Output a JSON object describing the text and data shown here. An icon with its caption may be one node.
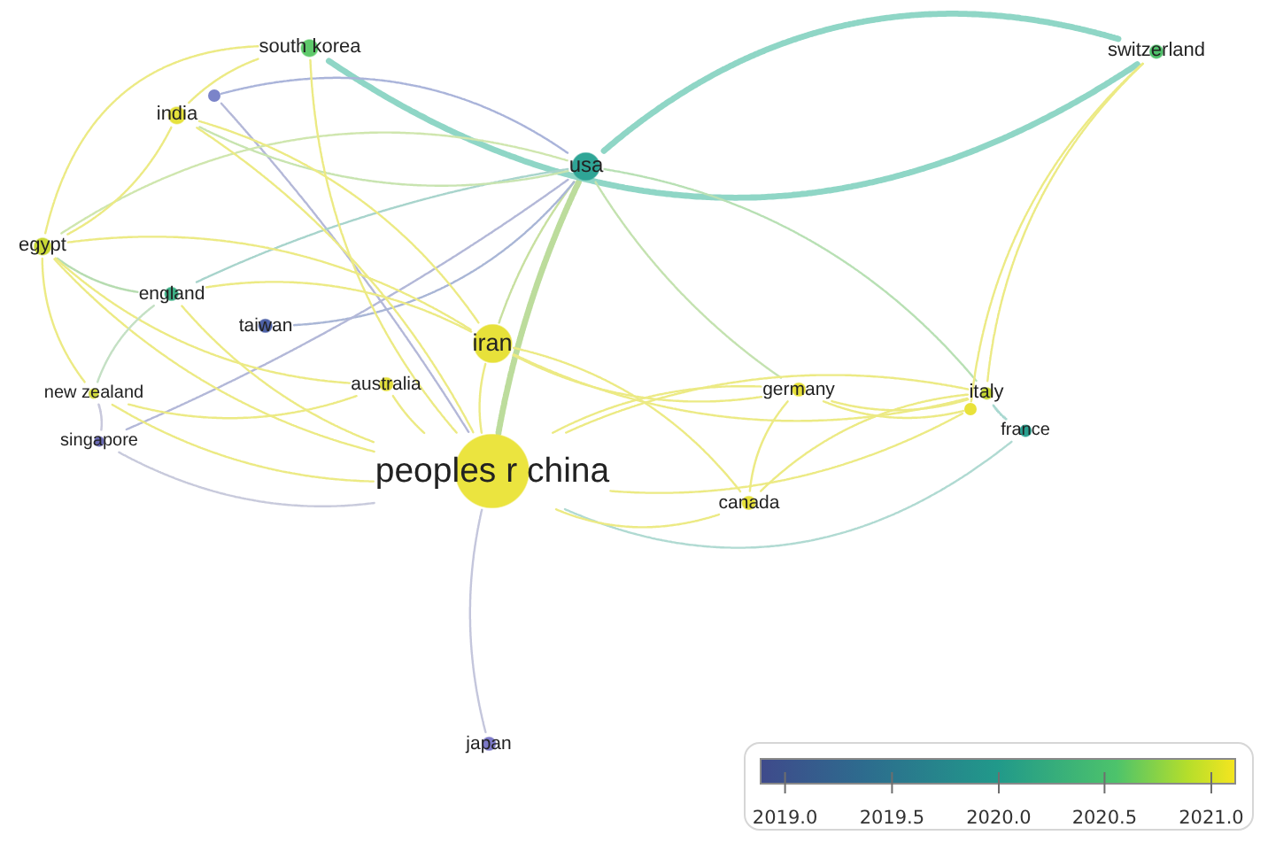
{
  "diagram": {
    "nodes": [
      {
        "text": [
          "south korea"
        ]
      },
      {
        "text": [
          "switzerland"
        ]
      },
      {
        "text": [],
        "shape": "circle"
      },
      {
        "text": [
          "india"
        ]
      },
      {
        "text": [
          "usa"
        ]
      },
      {
        "text": [
          "egypt"
        ]
      },
      {
        "text": [
          "england"
        ]
      },
      {
        "text": [
          "taiwan"
        ]
      },
      {
        "text": [
          "iran"
        ]
      },
      {
        "text": [
          "australia"
        ]
      },
      {
        "text": [
          "germany"
        ]
      },
      {
        "text": [
          "italy"
        ]
      },
      {
        "text": [
          "new zealand"
        ]
      },
      {
        "text": [],
        "shape": "circle"
      },
      {
        "text": [
          "france"
        ]
      },
      {
        "text": [
          "singapore"
        ]
      },
      {
        "text": [
          "peoples r china"
        ]
      },
      {
        "text": [
          "canada"
        ]
      },
      {
        "text": [
          "japan"
        ]
      }
    ],
    "edges": [
      {
        "from": 4,
        "to": 16,
        "arrow": "none",
        "style": "thick",
        "color": "#bcdc9c"
      },
      {
        "from": 4,
        "to": 1,
        "arrow": "none",
        "style": "thick",
        "color": "#8fd6c6"
      },
      {
        "from": 0,
        "to": 1,
        "arrow": "none",
        "style": "thick",
        "color": "#8fd6c6"
      },
      {
        "from": 2,
        "to": 4,
        "arrow": "none",
        "color": "#aab4da"
      },
      {
        "from": 2,
        "to": 16,
        "arrow": "none",
        "color": "#b4b8d8"
      },
      {
        "from": 4,
        "to": 8,
        "arrow": "none",
        "color": "#c8e0a0"
      },
      {
        "from": 4,
        "to": 11,
        "arrow": "none",
        "color": "#b8e0b4"
      },
      {
        "from": 4,
        "to": 10,
        "arrow": "none",
        "color": "#c4e2b0"
      },
      {
        "from": 4,
        "to": 6,
        "arrow": "none",
        "color": "#a8d4cc"
      },
      {
        "from": 4,
        "to": 7,
        "arrow": "none",
        "color": "#a9b6d6"
      },
      {
        "from": 4,
        "to": 3,
        "arrow": "none",
        "color": "#c8e4b0"
      },
      {
        "from": 4,
        "to": 5,
        "arrow": "none",
        "color": "#cfe6ae"
      },
      {
        "from": 4,
        "to": 15,
        "arrow": "none",
        "color": "#b3b8d8"
      },
      {
        "from": 8,
        "to": 16,
        "arrow": "none"
      },
      {
        "from": 8,
        "to": 3,
        "arrow": "none"
      },
      {
        "from": 8,
        "to": 5,
        "arrow": "none"
      },
      {
        "from": 8,
        "to": 10,
        "arrow": "none"
      },
      {
        "from": 8,
        "to": 11,
        "arrow": "none"
      },
      {
        "from": 8,
        "to": 17,
        "arrow": "none"
      },
      {
        "from": 8,
        "to": 6,
        "arrow": "none"
      },
      {
        "from": 0,
        "to": 16,
        "arrow": "none"
      },
      {
        "from": 0,
        "to": 3,
        "arrow": "none"
      },
      {
        "from": 0,
        "to": 5,
        "arrow": "none"
      },
      {
        "from": 1,
        "to": 11,
        "arrow": "none"
      },
      {
        "from": 1,
        "to": 13,
        "arrow": "none"
      },
      {
        "from": 5,
        "to": 3,
        "arrow": "none"
      },
      {
        "from": 5,
        "to": 6,
        "arrow": "none",
        "color": "#b6dcb0"
      },
      {
        "from": 5,
        "to": 12,
        "arrow": "none"
      },
      {
        "from": 5,
        "to": 9,
        "arrow": "none"
      },
      {
        "from": 5,
        "to": 16,
        "arrow": "none"
      },
      {
        "from": 3,
        "to": 16,
        "arrow": "none"
      },
      {
        "from": 6,
        "to": 12,
        "arrow": "none",
        "color": "#c4e0c4"
      },
      {
        "from": 6,
        "to": 16,
        "arrow": "none"
      },
      {
        "from": 12,
        "to": 16,
        "arrow": "none"
      },
      {
        "from": 12,
        "to": 9,
        "arrow": "none"
      },
      {
        "from": 15,
        "to": 12,
        "arrow": "none",
        "color": "#c8c8dc"
      },
      {
        "from": 15,
        "to": 16,
        "arrow": "none",
        "color": "#c8cadc"
      },
      {
        "from": 9,
        "to": 16,
        "arrow": "none"
      },
      {
        "from": 10,
        "to": 16,
        "arrow": "none"
      },
      {
        "from": 10,
        "to": 11,
        "arrow": "none"
      },
      {
        "from": 10,
        "to": 17,
        "arrow": "none"
      },
      {
        "from": 10,
        "to": 13,
        "arrow": "none"
      },
      {
        "from": 11,
        "to": 16,
        "arrow": "none"
      },
      {
        "from": 11,
        "to": 17,
        "arrow": "none"
      },
      {
        "from": 11,
        "to": 14,
        "arrow": "none",
        "color": "#a8d8d0"
      },
      {
        "from": 16,
        "to": 14,
        "arrow": "none",
        "color": "#b0dad2"
      },
      {
        "from": 16,
        "to": 17,
        "arrow": "none"
      },
      {
        "from": 16,
        "to": 18,
        "arrow": "none",
        "color": "#c4c6dc"
      },
      {
        "from": 16,
        "to": 13,
        "arrow": "none"
      }
    ],
    "labels": [
      "2019.0",
      "2019.5",
      "2020.0",
      "2020.5",
      "2021.0"
    ]
  }
}
